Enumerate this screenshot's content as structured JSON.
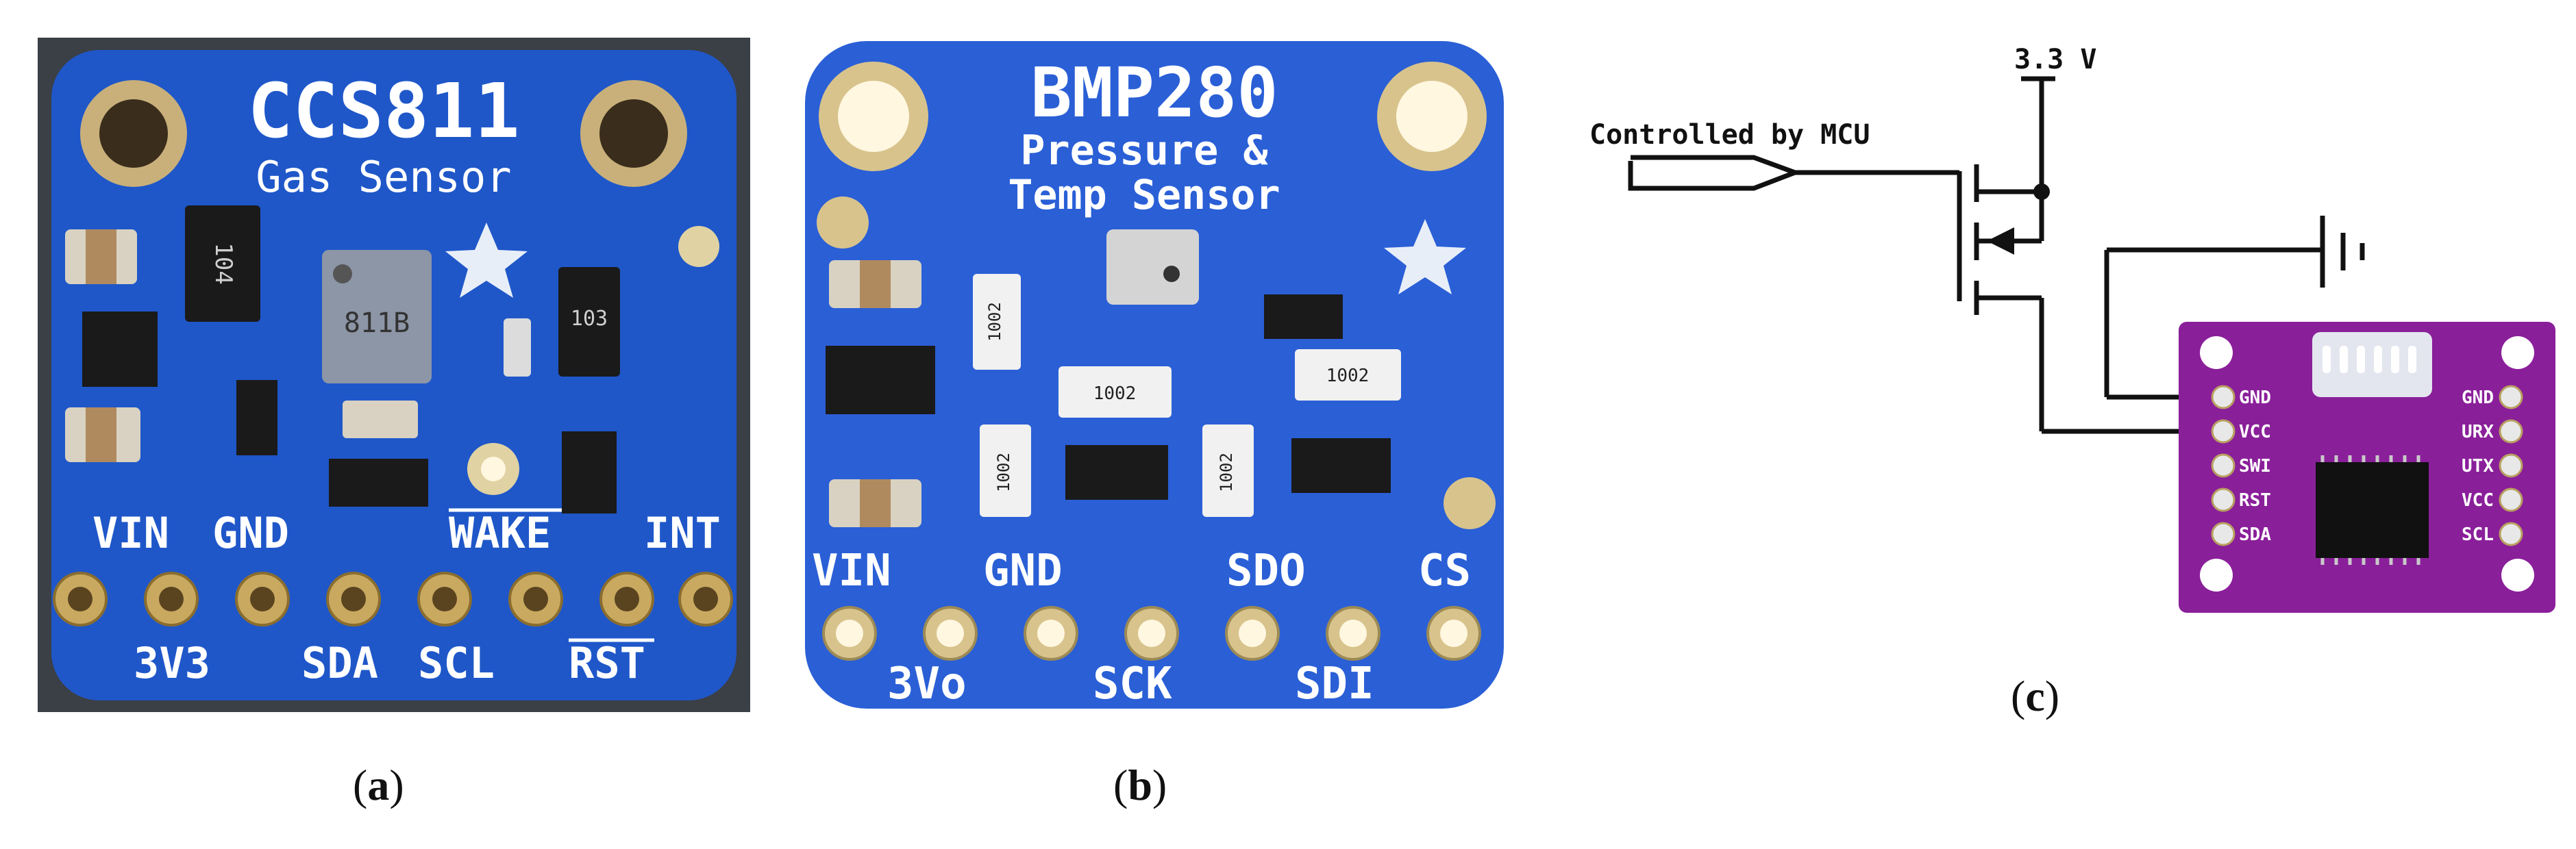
{
  "panels": {
    "a": {
      "caption_letter": "a",
      "board": {
        "title": "CCS811",
        "subtitle": "Gas Sensor",
        "chip_marking": "811B",
        "top_pin_labels": [
          "VIN",
          "GND",
          "WAKE",
          "INT"
        ],
        "bottom_pin_labels": [
          "3V3",
          "SDA",
          "SCL",
          "RST"
        ],
        "board_color": "#1f57c9"
      }
    },
    "b": {
      "caption_letter": "b",
      "board": {
        "title": "BMP280",
        "subtitle_line1": "Pressure &",
        "subtitle_line2": "Temp Sensor",
        "resistor_markings": [
          "1002",
          "1002",
          "1002",
          "1002",
          "1002"
        ],
        "top_pin_labels": [
          "VIN",
          "GND",
          "SDO",
          "CS"
        ],
        "bottom_pin_labels": [
          "3Vo",
          "SCK",
          "SDI"
        ],
        "board_color": "#2a5fd6"
      }
    },
    "c": {
      "caption_letter": "c",
      "supply_label": "3.3 V",
      "control_label": "Controlled by MCU",
      "module": {
        "left_pins": [
          "GND",
          "VCC",
          "SWI",
          "RST",
          "SDA"
        ],
        "right_pins": [
          "GND",
          "URX",
          "UTX",
          "VCC",
          "SCL"
        ],
        "board_color": "#8a1f9a"
      }
    }
  }
}
